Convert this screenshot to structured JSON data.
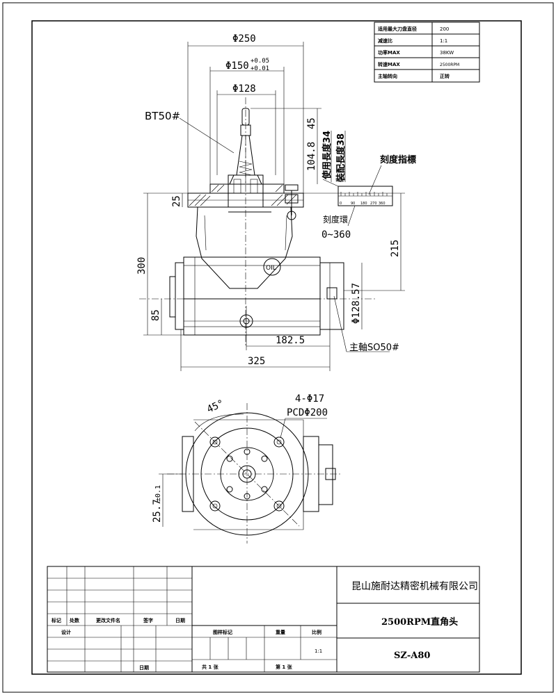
{
  "spec_table": [
    {
      "label": "适用最大刀盘直径",
      "value": "200"
    },
    {
      "label": "减速比",
      "value": "1:1"
    },
    {
      "label": "功率MAX",
      "value": "38KW"
    },
    {
      "label": "转速MAX",
      "value": "2500RPM"
    },
    {
      "label": "主轴转向",
      "value": "正转"
    }
  ],
  "dimensions": {
    "d250": "Φ250",
    "d150_base": "Φ150",
    "d150_tol_plus": "+0.05",
    "d150_tol_minus": "+0.01",
    "d128": "Φ128",
    "h45": "45",
    "h104": "104.8",
    "h25": "25",
    "h300": "300",
    "h85": "85",
    "h215": "215",
    "d12857": "Φ128.57",
    "w1825": "182.5",
    "w325": "325",
    "angle45": "45°",
    "bolts": "4-Φ17",
    "pcd": "PCDΦ200",
    "h257": "25.7",
    "h257_tol": "±0.1"
  },
  "labels": {
    "bt50": "BT50#",
    "use_length": "使用長度34",
    "assembly_length": "裝配長度38",
    "scale_pointer": "刻度指標",
    "scale_ring": "刻度環",
    "scale_range": "0~360",
    "oil": "OIL",
    "spindle": "主軸SO50#",
    "scale_ticks": [
      "0",
      "90",
      "180",
      "270",
      "360"
    ]
  },
  "title_block": {
    "company": "昆山施耐达精密机械有限公司",
    "product": "2500RPM直角头",
    "drawing_no": "SZ-A80",
    "h_mark": "标记",
    "h_count": "处数",
    "h_file": "更改文件名",
    "h_sign": "签字",
    "h_date": "日期",
    "design": "设计",
    "date": "日期",
    "stage_mark": "图样标记",
    "weight": "重量",
    "ratio_label": "比例",
    "ratio": "1:1",
    "total_sheets": "共  1  张",
    "sheet_no": "第  1  张"
  }
}
